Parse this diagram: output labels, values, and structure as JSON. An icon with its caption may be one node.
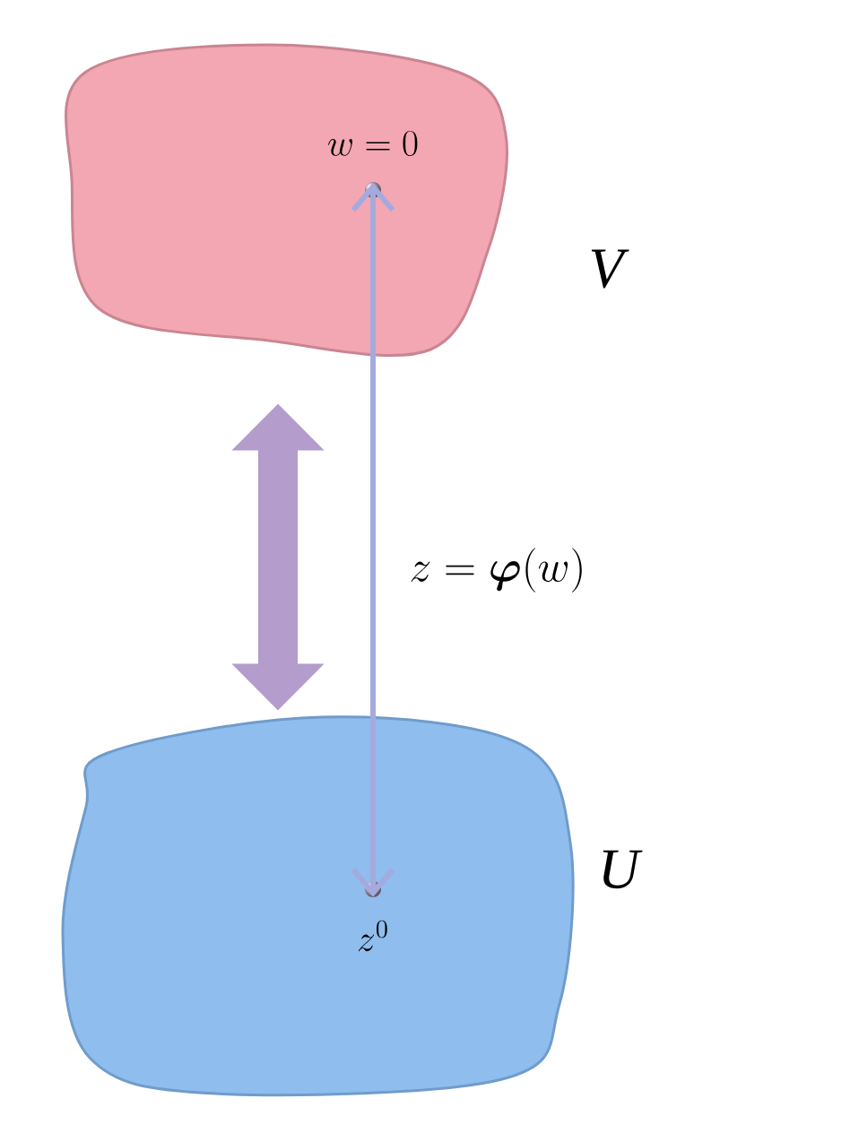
{
  "diagram": {
    "nodes": [
      {
        "text": [],
        "shape": "blob",
        "beside": [
          "V"
        ]
      },
      {
        "text": [
          "w = 0"
        ],
        "in": 0
      },
      {
        "text": [],
        "shape": "blob",
        "beside": [
          "U"
        ]
      },
      {
        "text": [
          "z^0"
        ],
        "in": 2
      }
    ],
    "edges": [
      {
        "from": 0,
        "to": 2,
        "arrow": "both",
        "style": "thick",
        "color": "#b49ccc"
      },
      {
        "from": 1,
        "to": 3,
        "arrow": "both",
        "label": "z = \\boldsymbol{\\varphi}(w)"
      }
    ]
  }
}
